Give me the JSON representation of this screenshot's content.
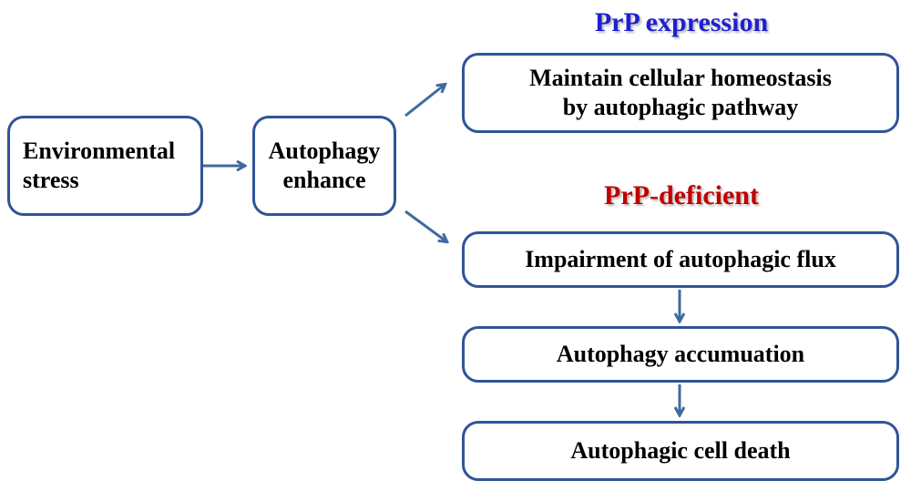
{
  "colors": {
    "box_border": "#2f5597",
    "arrow": "#3f6aa0",
    "prp_expression": "#1f1fd0",
    "prp_deficient": "#c00000"
  },
  "nodes": {
    "environmental_stress": "Environmental\nstress",
    "autophagy_enhance": "Autophagy\nenhance",
    "maintain_homeostasis": "Maintain cellular homeostasis\nby autophagic pathway",
    "impairment_flux": "Impairment of autophagic flux",
    "autophagy_accumulation": "Autophagy accumuation",
    "autophagic_cell_death": "Autophagic cell death"
  },
  "headings": {
    "prp_expression": "PrP expression",
    "prp_deficient": "PrP-deficient"
  }
}
